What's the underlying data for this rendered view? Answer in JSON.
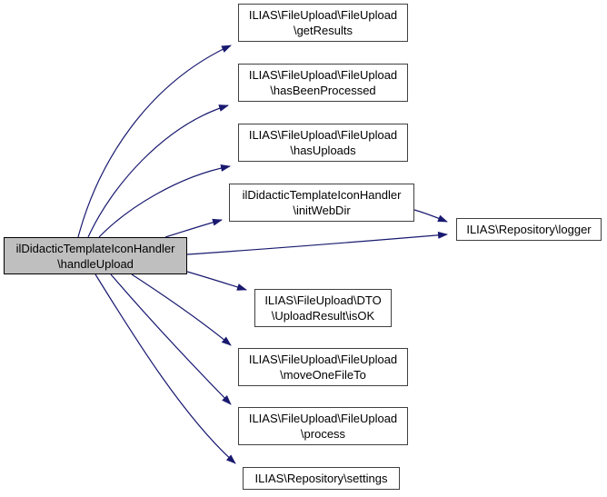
{
  "diagram": {
    "kind": "call-graph",
    "colors": {
      "background": "#ffffff",
      "edge": "#191970",
      "node_fill": "#ffffff",
      "node_border": "#404040",
      "highlight_fill": "#bfbfbf",
      "highlight_border": "#000000",
      "text": "#000000"
    },
    "nodes": [
      {
        "id": "handleUpload",
        "highlighted": true,
        "lines": [
          "ilDidacticTemplateIconHandler",
          "\\handleUpload"
        ]
      },
      {
        "id": "getResults",
        "highlighted": false,
        "lines": [
          "ILIAS\\FileUpload\\FileUpload",
          "\\getResults"
        ]
      },
      {
        "id": "hasBeenProcessed",
        "highlighted": false,
        "lines": [
          "ILIAS\\FileUpload\\FileUpload",
          "\\hasBeenProcessed"
        ]
      },
      {
        "id": "hasUploads",
        "highlighted": false,
        "lines": [
          "ILIAS\\FileUpload\\FileUpload",
          "\\hasUploads"
        ]
      },
      {
        "id": "initWebDir",
        "highlighted": false,
        "lines": [
          "ilDidacticTemplateIconHandler",
          "\\initWebDir"
        ]
      },
      {
        "id": "logger",
        "highlighted": false,
        "lines": [
          "ILIAS\\Repository\\logger"
        ]
      },
      {
        "id": "isOK",
        "highlighted": false,
        "lines": [
          "ILIAS\\FileUpload\\DTO",
          "\\UploadResult\\isOK"
        ]
      },
      {
        "id": "moveOneFileTo",
        "highlighted": false,
        "lines": [
          "ILIAS\\FileUpload\\FileUpload",
          "\\moveOneFileTo"
        ]
      },
      {
        "id": "process",
        "highlighted": false,
        "lines": [
          "ILIAS\\FileUpload\\FileUpload",
          "\\process"
        ]
      },
      {
        "id": "settings",
        "highlighted": false,
        "lines": [
          "ILIAS\\Repository\\settings"
        ]
      }
    ],
    "edges": [
      {
        "from": "handleUpload",
        "to": "getResults"
      },
      {
        "from": "handleUpload",
        "to": "hasBeenProcessed"
      },
      {
        "from": "handleUpload",
        "to": "hasUploads"
      },
      {
        "from": "handleUpload",
        "to": "initWebDir"
      },
      {
        "from": "handleUpload",
        "to": "logger"
      },
      {
        "from": "handleUpload",
        "to": "isOK"
      },
      {
        "from": "handleUpload",
        "to": "moveOneFileTo"
      },
      {
        "from": "handleUpload",
        "to": "process"
      },
      {
        "from": "handleUpload",
        "to": "settings"
      },
      {
        "from": "initWebDir",
        "to": "logger"
      }
    ]
  }
}
